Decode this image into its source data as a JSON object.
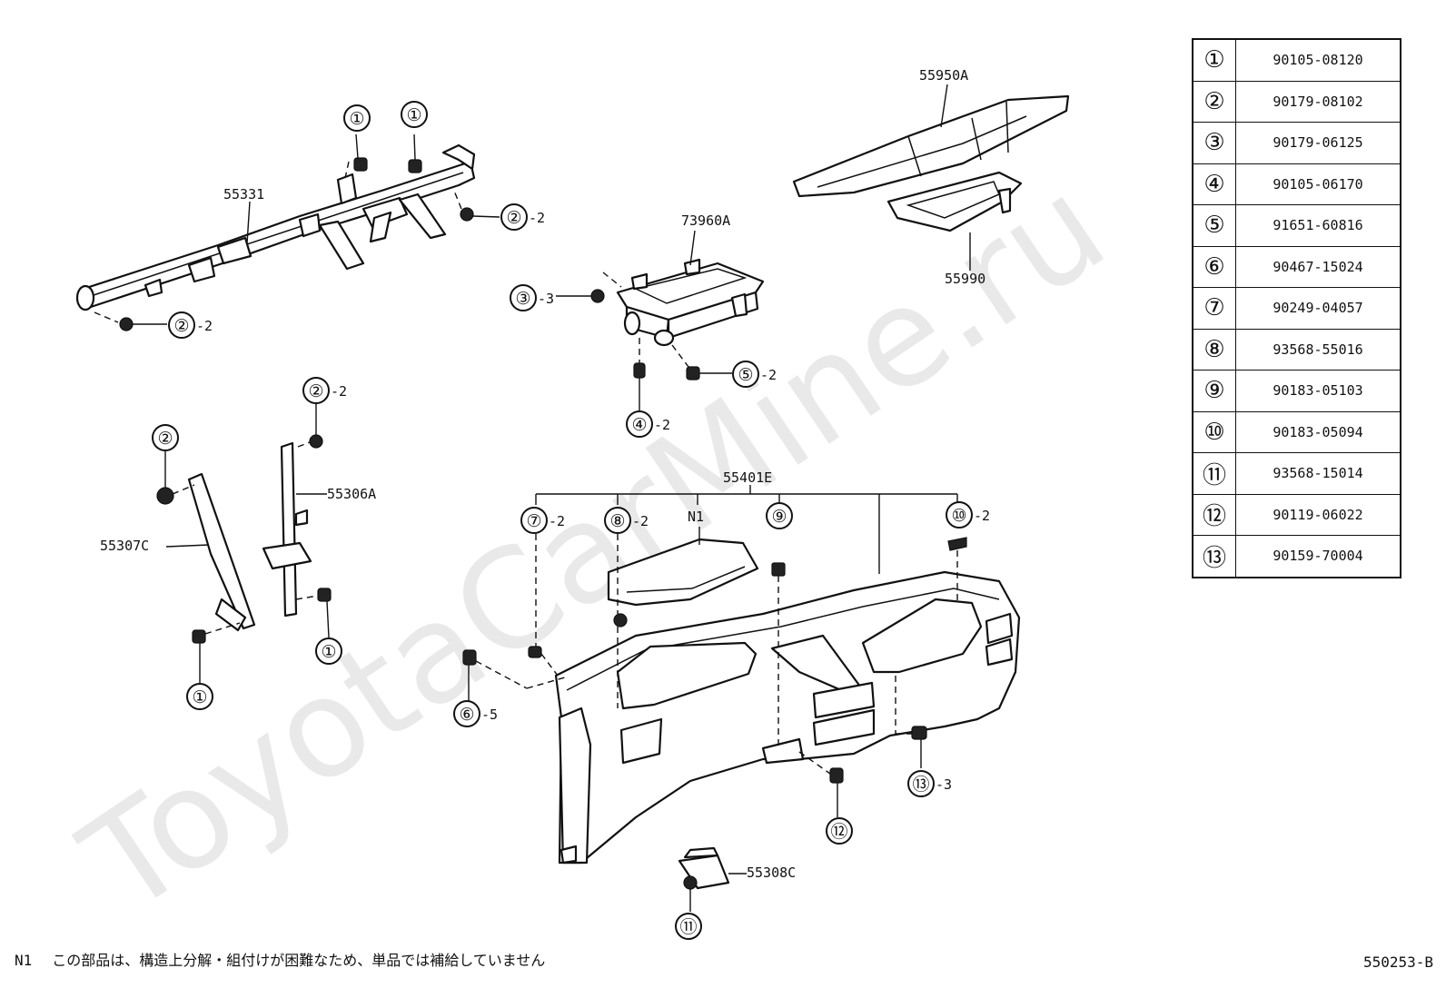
{
  "watermark": "ToyotaCarMine.ru",
  "parts": {
    "reinforcement": "55331",
    "brace_left": "55307C",
    "brace_right": "55306A",
    "glove_box_door_frame": "73960A",
    "defroster_nozzle": "55950A",
    "defroster_duct": "55990",
    "panel": "55401E",
    "panel_note_ref": "N1",
    "bracket": "55308C"
  },
  "callouts": [
    {
      "num": "①",
      "qty": ""
    },
    {
      "num": "①",
      "qty": ""
    },
    {
      "num": "②",
      "qty": "-2"
    },
    {
      "num": "②",
      "qty": "-2"
    },
    {
      "num": "③",
      "qty": "-3"
    },
    {
      "num": "⑤",
      "qty": "-2"
    },
    {
      "num": "④",
      "qty": "-2"
    },
    {
      "num": "②",
      "qty": "-2"
    },
    {
      "num": "②",
      "qty": ""
    },
    {
      "num": "①",
      "qty": ""
    },
    {
      "num": "①",
      "qty": ""
    },
    {
      "num": "⑦",
      "qty": "-2"
    },
    {
      "num": "⑧",
      "qty": "-2"
    },
    {
      "num": "⑨",
      "qty": ""
    },
    {
      "num": "⑩",
      "qty": "-2"
    },
    {
      "num": "⑥",
      "qty": "-5"
    },
    {
      "num": "⑬",
      "qty": "-3"
    },
    {
      "num": "⑫",
      "qty": ""
    },
    {
      "num": "⑪",
      "qty": ""
    }
  ],
  "legend": [
    {
      "no": "①",
      "part": "90105-08120"
    },
    {
      "no": "②",
      "part": "90179-08102"
    },
    {
      "no": "③",
      "part": "90179-06125"
    },
    {
      "no": "④",
      "part": "90105-06170"
    },
    {
      "no": "⑤",
      "part": "91651-60816"
    },
    {
      "no": "⑥",
      "part": "90467-15024"
    },
    {
      "no": "⑦",
      "part": "90249-04057"
    },
    {
      "no": "⑧",
      "part": "93568-55016"
    },
    {
      "no": "⑨",
      "part": "90183-05103"
    },
    {
      "no": "⑩",
      "part": "90183-05094"
    },
    {
      "no": "⑪",
      "part": "93568-15014"
    },
    {
      "no": "⑫",
      "part": "90119-06022"
    },
    {
      "no": "⑬",
      "part": "90159-70004"
    }
  ],
  "note": {
    "ref": "N1",
    "text": "この部品は、構造上分解・組付けが困難なため、単品では補給していません"
  },
  "diagram_code": "550253-B"
}
